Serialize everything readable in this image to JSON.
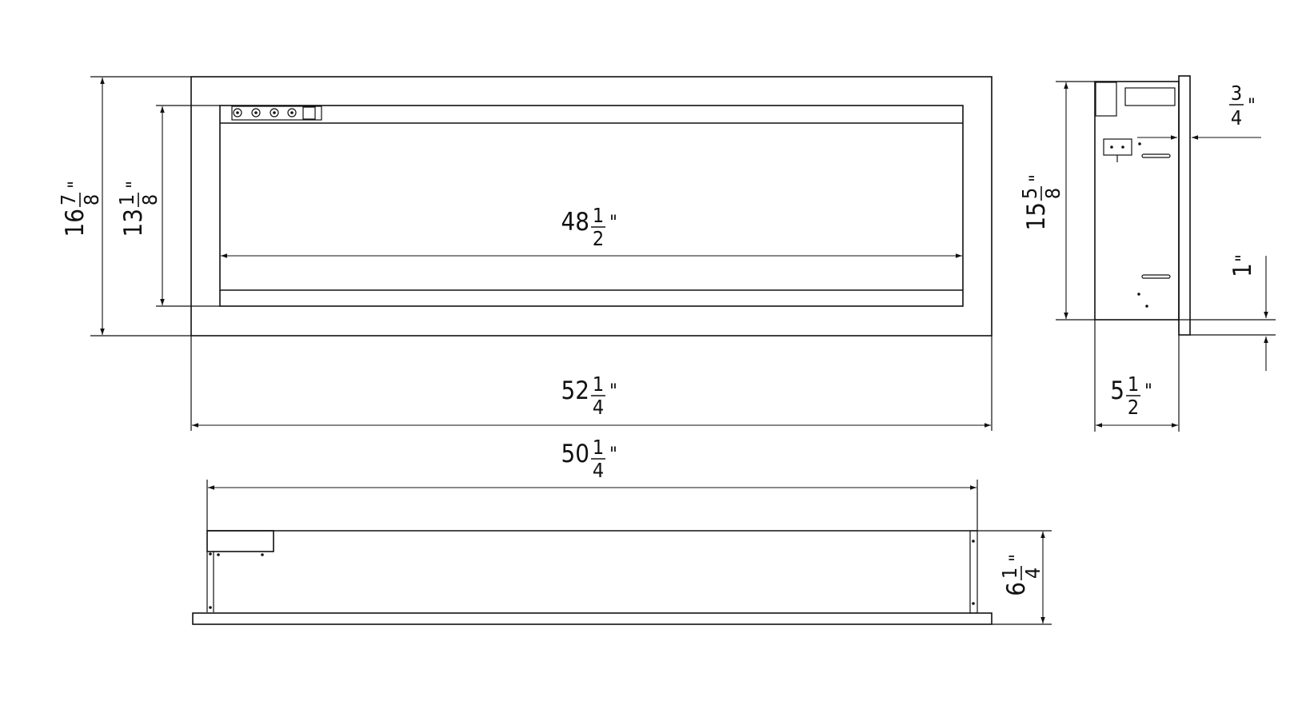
{
  "dimensions": {
    "front_inner_width": {
      "whole": "48",
      "num": "1",
      "den": "2",
      "unit": "\""
    },
    "front_outer_width": {
      "whole": "52",
      "num": "1",
      "den": "4",
      "unit": "\""
    },
    "top_width": {
      "whole": "50",
      "num": "1",
      "den": "4",
      "unit": "\""
    },
    "outer_height": {
      "whole": "16",
      "num": "7",
      "den": "8",
      "unit": "\""
    },
    "inner_height": {
      "whole": "13",
      "num": "1",
      "den": "8",
      "unit": "\""
    },
    "side_height": {
      "whole": "15",
      "num": "5",
      "den": "8",
      "unit": "\""
    },
    "side_depth": {
      "whole": "5",
      "num": "1",
      "den": "2",
      "unit": "\""
    },
    "flange_depth": {
      "whole": "",
      "num": "3",
      "den": "4",
      "unit": "\""
    },
    "bottom_offset": {
      "whole": "1",
      "num": "",
      "den": "",
      "unit": "\""
    },
    "top_depth": {
      "whole": "6",
      "num": "1",
      "den": "4",
      "unit": "\""
    }
  },
  "views": {
    "front": {
      "control_buttons": 4
    },
    "side": {},
    "top": {}
  }
}
